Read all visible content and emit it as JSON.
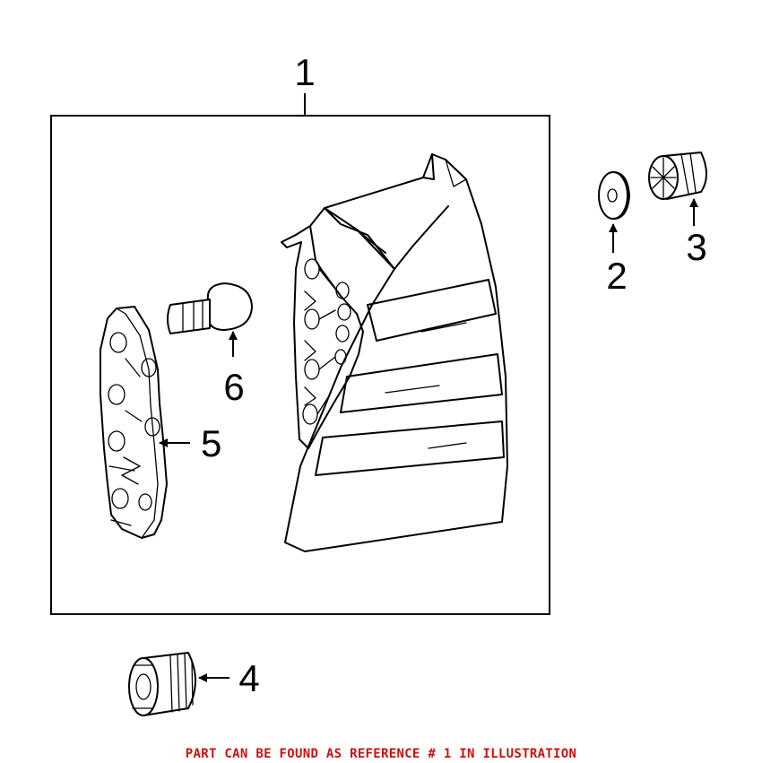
{
  "callouts": {
    "c1": "1",
    "c2": "2",
    "c3": "3",
    "c4": "4",
    "c5": "5",
    "c6": "6"
  },
  "footer_note": "PART CAN BE FOUND AS REFERENCE # 1 IN ILLUSTRATION",
  "colors": {
    "footer_text": "#cc1111",
    "line": "#000000",
    "background": "#ffffff"
  }
}
